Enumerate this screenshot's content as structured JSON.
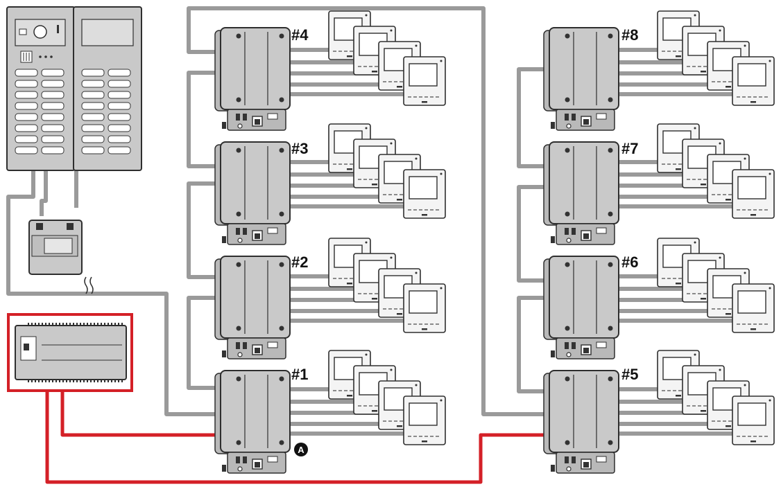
{
  "distributors": [
    {
      "label": "#4"
    },
    {
      "label": "#3"
    },
    {
      "label": "#2"
    },
    {
      "label": "#1"
    },
    {
      "label": "#8"
    },
    {
      "label": "#7"
    },
    {
      "label": "#6"
    },
    {
      "label": "#5"
    }
  ],
  "marker": {
    "letter": "A"
  },
  "colors": {
    "wire": "#9a9a9a",
    "highlight": "#d42027",
    "device": "#c9c9c9"
  }
}
